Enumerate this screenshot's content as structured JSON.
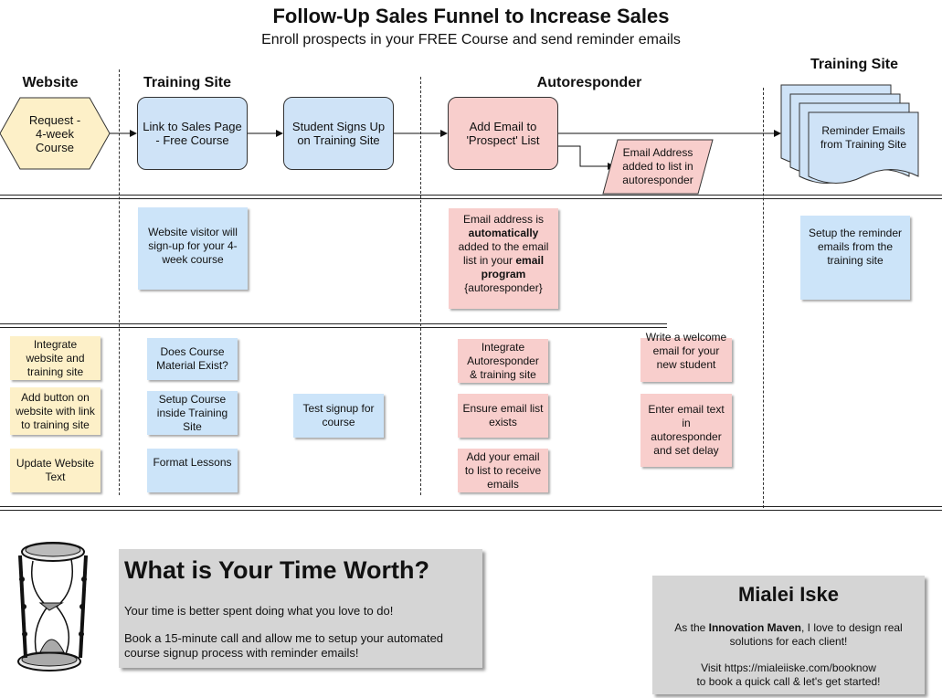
{
  "header": {
    "title": "Follow-Up Sales Funnel to Increase Sales",
    "subtitle": "Enroll prospects in your FREE Course and send reminder emails"
  },
  "lanes": {
    "website": "Website",
    "training_site": "Training Site",
    "autoresponder": "Autoresponder",
    "training_site_right": "Training Site"
  },
  "flow": {
    "request": "Request - 4-week Course",
    "link": "Link to Sales Page - Free Course",
    "signup": "Student Signs Up on Training Site",
    "add_email": "Add Email to 'Prospect' List",
    "email_added": "Email Address added to list in autoresponder",
    "reminder": "Reminder Emails from Training Site"
  },
  "desc": {
    "visitor": "Website visitor will sign-up for your 4-week course",
    "auto_1": "Email address is",
    "auto_bold_1": "automatically",
    "auto_2": "added to the email list in your",
    "auto_bold_2": "email program",
    "auto_3": "{autoresponder}",
    "setup_reminder": "Setup the reminder emails from the training site"
  },
  "tasks": {
    "integrate_site": "Integrate website and training site",
    "add_button": "Add button on website with link to training site",
    "update_text": "Update Website Text",
    "course_exist": "Does Course Material Exist?",
    "setup_course": "Setup Course inside Training Site",
    "format_lessons": "Format Lessons",
    "test_signup": "Test signup for course",
    "integrate_auto": "Integrate Autoresponder & training site",
    "ensure_list": "Ensure email list exists",
    "add_your_email": "Add your email to list to receive emails",
    "welcome": "Write a welcome email for your new student",
    "enter_text": "Enter email text in autoresponder and set delay"
  },
  "promo": {
    "heading": "What is Your Time Worth?",
    "line1": "Your time is better spent doing what you love to do!",
    "line2": "Book a 15-minute call and allow me to setup your automated course signup process with reminder emails!"
  },
  "contact": {
    "name": "Mialei Iske",
    "l1_pre": "As the ",
    "l1_bold": "Innovation Maven",
    "l1_post": ", I love to design real solutions for each client!",
    "l2": "Visit https://mialeiiske.com/booknow",
    "l3": "to book a quick call & let's get started!"
  },
  "colors": {
    "blue": "#cfe3f7",
    "pink": "#f8cecc",
    "yellow": "#fdf0c8",
    "gray": "#d5d5d5"
  }
}
